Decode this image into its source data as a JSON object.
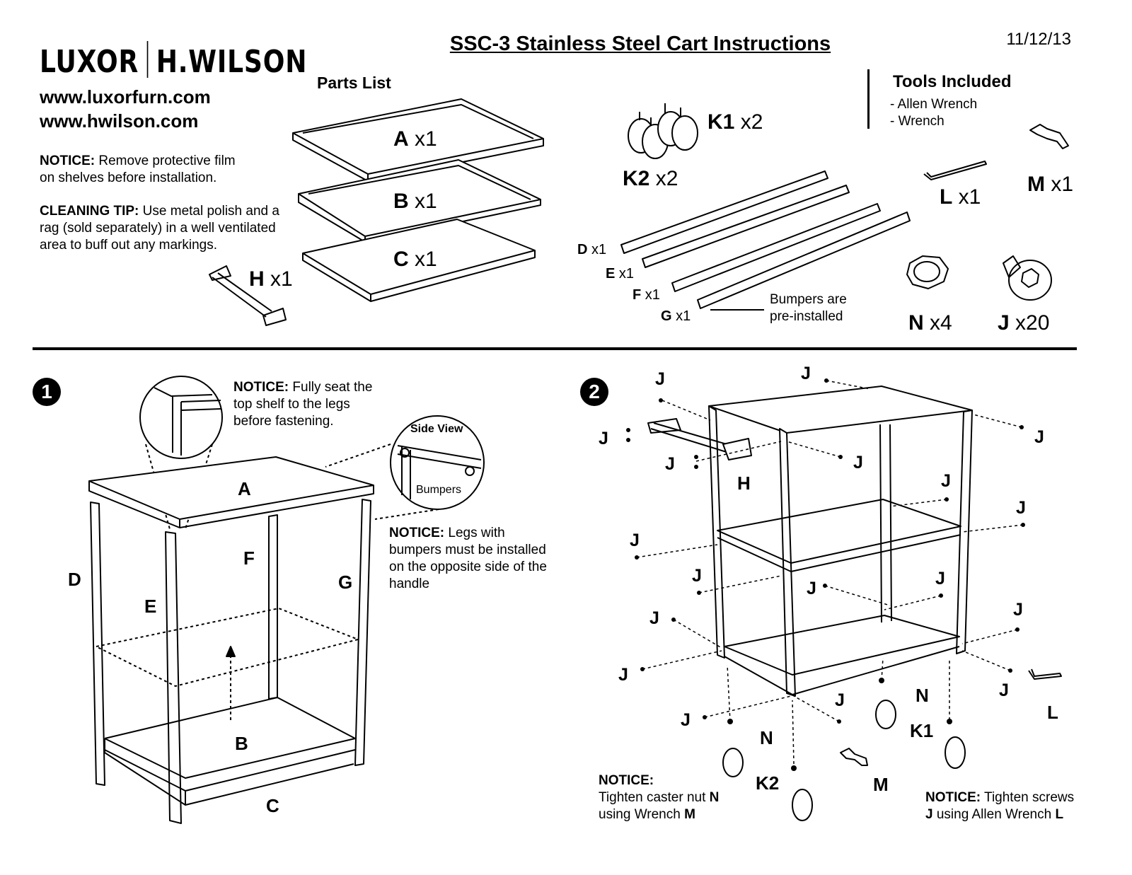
{
  "header": {
    "brand_left": "LUXOR",
    "brand_right": "H.WILSON",
    "url1": "www.luxorfurn.com",
    "url2": "www.hwilson.com",
    "title": "SSC-3 Stainless Steel Cart Instructions",
    "date": "11/12/13"
  },
  "notices": {
    "notice_label": "NOTICE:",
    "notice_text": "Remove protective film on shelves before installation.",
    "cleaning_label": "CLEANING TIP:",
    "cleaning_text": "Use metal polish and a rag (sold separately) in a well ventilated area to buff out any markings."
  },
  "parts": {
    "heading": "Parts List",
    "A": {
      "letter": "A",
      "qty": "x1"
    },
    "B": {
      "letter": "B",
      "qty": "x1"
    },
    "C": {
      "letter": "C",
      "qty": "x1"
    },
    "H": {
      "letter": "H",
      "qty": "x1"
    },
    "K1": {
      "letter": "K1",
      "qty": "x2"
    },
    "K2": {
      "letter": "K2",
      "qty": "x2"
    },
    "D": {
      "letter": "D",
      "qty": "x1"
    },
    "E": {
      "letter": "E",
      "qty": "x1"
    },
    "F": {
      "letter": "F",
      "qty": "x1"
    },
    "G": {
      "letter": "G",
      "qty": "x1"
    },
    "L": {
      "letter": "L",
      "qty": "x1"
    },
    "M": {
      "letter": "M",
      "qty": "x1"
    },
    "N": {
      "letter": "N",
      "qty": "x4"
    },
    "J": {
      "letter": "J",
      "qty": "x20"
    },
    "bumpers_note": "Bumpers are pre-installed"
  },
  "tools": {
    "heading": "Tools Included",
    "items": [
      "-  Allen Wrench",
      "-  Wrench"
    ]
  },
  "step1": {
    "number": "1",
    "notice1_label": "NOTICE:",
    "notice1_text": "Fully seat the top shelf to the legs before fastening.",
    "side_view": "Side View",
    "bumpers": "Bumpers",
    "notice2_label": "NOTICE:",
    "notice2_text": "Legs with bumpers must be installed on the opposite side of the handle",
    "labels": {
      "A": "A",
      "B": "B",
      "C": "C",
      "D": "D",
      "E": "E",
      "F": "F",
      "G": "G"
    }
  },
  "step2": {
    "number": "2",
    "screw_label": "J",
    "labels": {
      "H": "H",
      "N": "N",
      "K1": "K1",
      "K2": "K2",
      "M": "M",
      "L": "L"
    },
    "notice_left_label": "NOTICE:",
    "notice_left_text1": "Tighten caster nut ",
    "notice_left_b1": "N",
    "notice_left_text2": "using Wrench ",
    "notice_left_b2": "M",
    "notice_right_label": "NOTICE:",
    "notice_right_text1": "Tighten screws",
    "notice_right_b1": "J",
    "notice_right_text2": "using Allen Wrench ",
    "notice_right_b2": "L"
  }
}
